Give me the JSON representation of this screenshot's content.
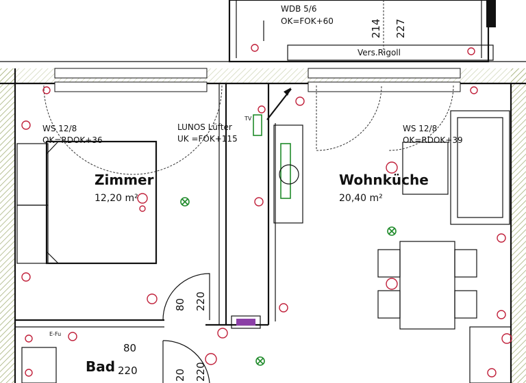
{
  "rooms": {
    "zimmer": {
      "name": "Zimmer",
      "area": "12,20 m²"
    },
    "wohnkuche": {
      "name": "Wohnküche",
      "area": "20,40 m²"
    },
    "bad": {
      "name": "Bad"
    }
  },
  "labels": {
    "wdb_line1": "WDB 5/6",
    "wdb_line2": "OK=FOK+60",
    "vers_rigoll": "Vers.Rigoll",
    "ws_left_1": "WS 12/8",
    "ws_left_2": "OK=RDOK+36",
    "ws_right_1": "WS 12/8",
    "ws_right_2": "OK=RDOK+39",
    "lunos_1": "LUNOS Lüfter",
    "lunos_2": "UK =FOK+115",
    "tv": "TV",
    "e_fu": "E-Fu"
  },
  "dimensions": {
    "d214": "214",
    "d227": "227",
    "d80_upper": "80",
    "d220_upper": "220",
    "d80_lower": "80",
    "d220_lower": "220",
    "d20_lower": "20"
  },
  "colors": {
    "wall": "#111111",
    "electrical": "#c0203a",
    "ventilation": "#1f8a2a",
    "hatch": "#9aa86a"
  }
}
